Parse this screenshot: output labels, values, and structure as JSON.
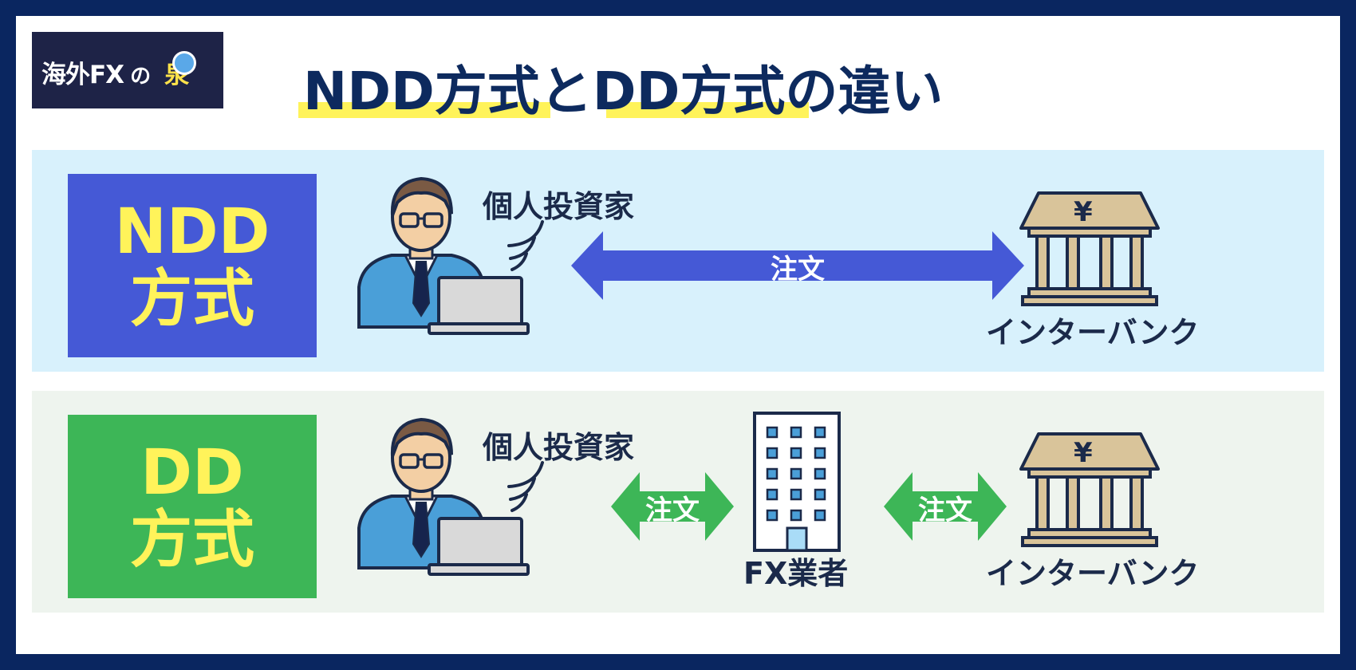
{
  "logo": {
    "text_main": "海外FX",
    "text_no": "の",
    "text_izumi": "泉"
  },
  "title": {
    "text": "NDD方式とDD方式の違い"
  },
  "ndd": {
    "badge_line1": "NDD",
    "badge_line2": "方式",
    "investor_label": "個人投資家",
    "arrow_label": "注文",
    "bank_label": "インターバンク",
    "bank_symbol": "¥"
  },
  "dd": {
    "badge_line1": "DD",
    "badge_line2": "方式",
    "investor_label": "個人投資家",
    "arrow1_label": "注文",
    "broker_label": "FX業者",
    "arrow2_label": "注文",
    "bank_label": "インターバンク",
    "bank_symbol": "¥"
  },
  "colors": {
    "frame": "#0a2660",
    "title_text": "#0d2a5e",
    "title_highlight": "#fff35a",
    "ndd_panel": "#d8f1fc",
    "dd_panel": "#eef4ee",
    "ndd_accent": "#4559d6",
    "dd_accent": "#3db657",
    "badge_text": "#fff35a",
    "bank": "#d9c49a"
  }
}
